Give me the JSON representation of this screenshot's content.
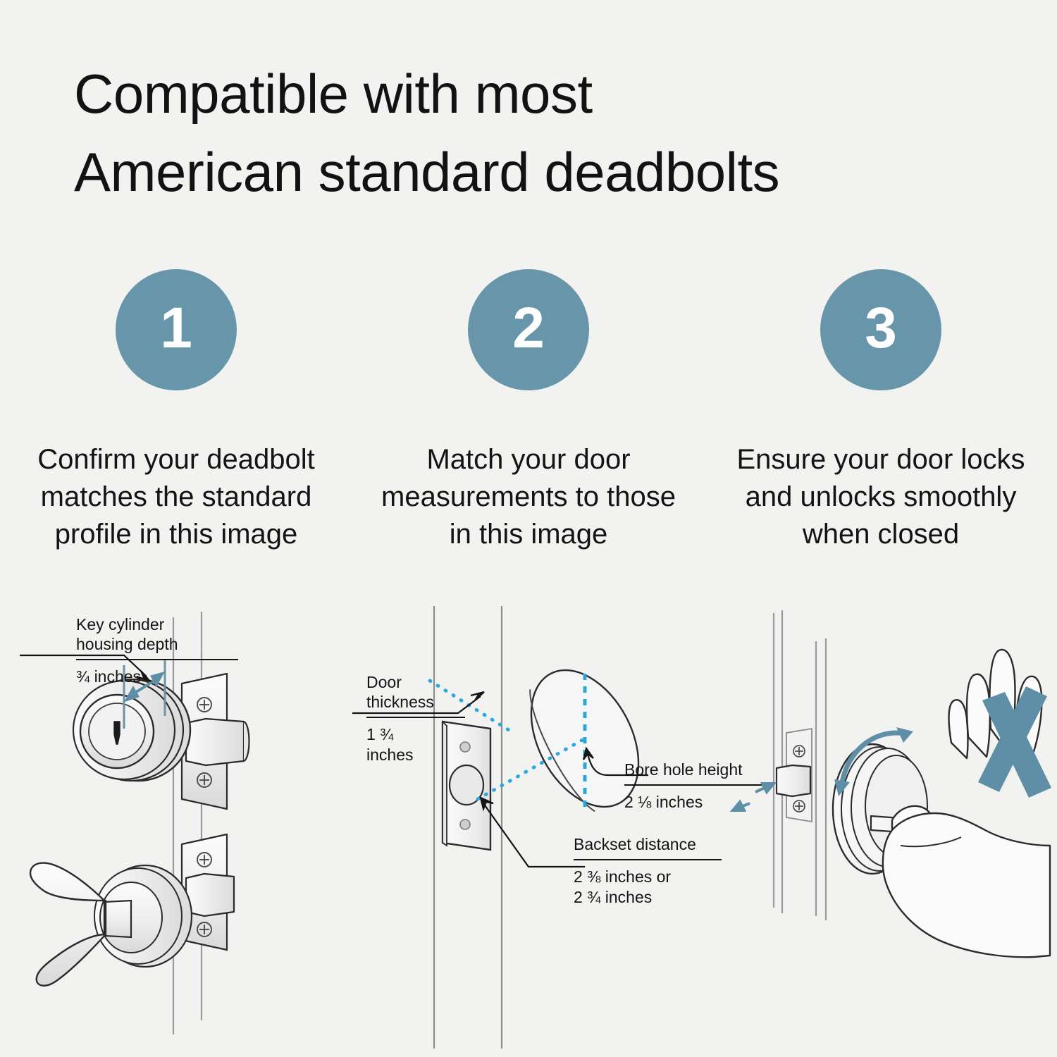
{
  "title": {
    "line1": "Compatible with most",
    "line2": "American standard deadbolts"
  },
  "colors": {
    "background": "#f2f2f1",
    "badge_blue": "#6795aa",
    "accent_cyan": "#29a8e0",
    "arrow_blue": "#5f8fa6",
    "text": "#141414",
    "metal_light": "#f7f7f7",
    "metal_mid": "#e3e3e3",
    "line": "#2b2b2b"
  },
  "steps": [
    {
      "number": "1",
      "caption": "Confirm your deadbolt matches the standard profile in this image"
    },
    {
      "number": "2",
      "caption": "Match your door measurements to those in this image"
    },
    {
      "number": "3",
      "caption": "Ensure your door locks and unlocks smoothly when closed"
    }
  ],
  "panels": [
    {
      "id": "panel-1",
      "name": "deadbolt-profile-diagram",
      "annotations": [
        {
          "label_line1": "Key cylinder",
          "label_line2": "housing depth",
          "value": "¾ inches"
        }
      ]
    },
    {
      "id": "panel-2",
      "name": "door-measurements-diagram",
      "annotations": [
        {
          "label_line1": "Door",
          "label_line2": "thickness",
          "value_line1": "1 ¾",
          "value_line2": "inches"
        },
        {
          "label_line1": "Bore hole height",
          "value_line1": "2 ⅛ inches"
        },
        {
          "label_line1": "Backset distance",
          "value_line1": "2 ⅜ inches or",
          "value_line2": "2 ¾ inches"
        }
      ]
    },
    {
      "id": "panel-3",
      "name": "lock-operation-diagram",
      "annotations": []
    }
  ]
}
